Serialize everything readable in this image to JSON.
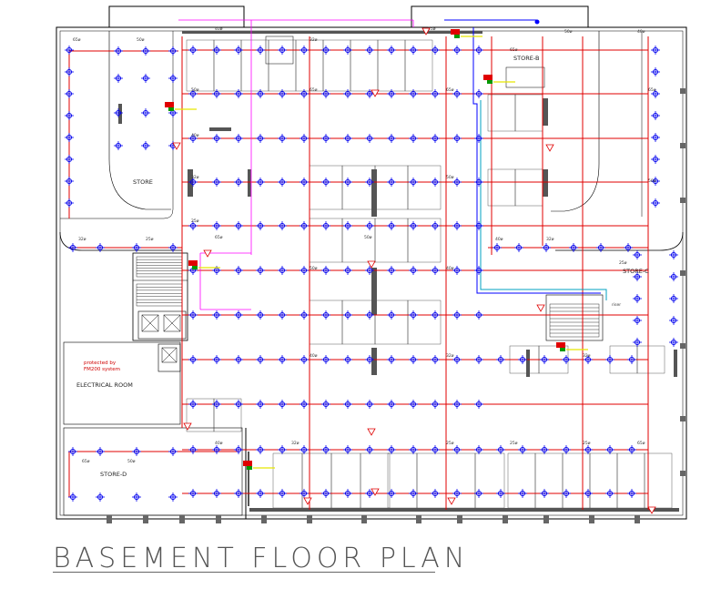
{
  "drawing": {
    "title": "BASEMENT FLOOR PLAN",
    "rooms": [
      {
        "id": "store-b",
        "label": "STORE-B"
      },
      {
        "id": "store-c",
        "label": "STORE-C"
      },
      {
        "id": "store-d",
        "label": "STORE-D"
      },
      {
        "id": "store-a",
        "label": "STORE"
      },
      {
        "id": "electrical",
        "label": "ELECTRICAL ROOM"
      }
    ],
    "notes": {
      "protection_line1": "protected by",
      "protection_line2": "FM200 system",
      "riser": "riser"
    },
    "pipe_sizes": [
      "65ø",
      "50ø",
      "40ø",
      "32ø",
      "25ø"
    ],
    "colors": {
      "walls": "#000000",
      "sprinkler_pipe": "#e00000",
      "sprinkler_head": "#0000ee",
      "annotation": "#ff00ff",
      "riser": "#0000ff",
      "cyan_line": "#00a0c0",
      "green": "#009900",
      "yellow": "#e8e800",
      "dark_gray": "#555555"
    },
    "symbols": {
      "sprinkler": "sprinkler-head-icon",
      "stair": "stair-icon",
      "valve": "valve-icon",
      "extinguisher": "extinguisher-icon",
      "lift": "lift-shaft-icon"
    }
  }
}
